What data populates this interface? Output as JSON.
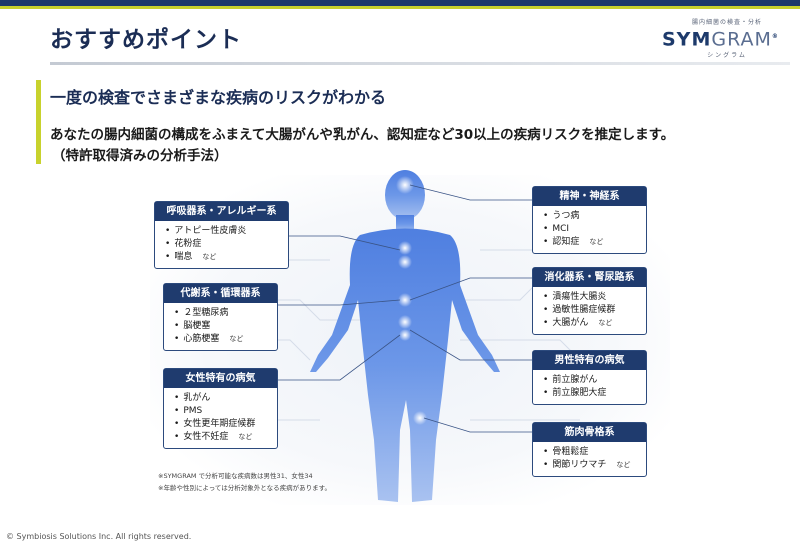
{
  "header": {
    "title": "おすすめポイント",
    "logo": {
      "tagline": "腸内細菌の検査・分析",
      "name_bold": "SYM",
      "name_light": "GRAM",
      "registered": "®",
      "kana": "シングラム"
    }
  },
  "section": {
    "subtitle": "一度の検査でさまざまな疾病のリスクがわかる",
    "lead": "あなたの腸内細菌の構成をふまえて大腸がんや乳がん、認知症など30以上の疾病リスクを推定します。",
    "lead2": "（特許取得済みの分析手法）"
  },
  "cards": {
    "respiratory": {
      "title": "呼吸器系・アレルギー系",
      "items": [
        "アトピー性皮膚炎",
        "花粉症",
        "喘息"
      ],
      "etc": "など"
    },
    "metabolic": {
      "title": "代謝系・循環器系",
      "items": [
        "２型糖尿病",
        "脳梗塞",
        "心筋梗塞"
      ],
      "etc": "など"
    },
    "female": {
      "title": "女性特有の病気",
      "items": [
        "乳がん",
        "PMS",
        "女性更年期症候群",
        "女性不妊症"
      ],
      "etc": "など"
    },
    "neuro": {
      "title": "精神・神経系",
      "items": [
        "うつ病",
        "MCI",
        "認知症"
      ],
      "etc": "など"
    },
    "digestive": {
      "title": "消化器系・腎尿路系",
      "items": [
        "潰瘍性大腸炎",
        "過敏性腸症候群",
        "大腸がん"
      ],
      "etc": "など"
    },
    "male": {
      "title": "男性特有の病気",
      "items": [
        "前立腺がん",
        "前立腺肥大症"
      ]
    },
    "musculo": {
      "title": "筋肉骨格系",
      "items": [
        "骨粗鬆症",
        "関節リウマチ"
      ],
      "etc": "など"
    }
  },
  "notes": [
    "※SYMGRAM で分析可能な疾病数は男性31、女性34",
    "※年齢や性別によっては分析対象外となる疾病があります。"
  ],
  "copyright": "© Symbiosis Solutions Inc. All rights reserved.",
  "colors": {
    "navy": "#1f3b6e",
    "accent": "#c8d22d",
    "body_blue": "#6b95e6"
  }
}
